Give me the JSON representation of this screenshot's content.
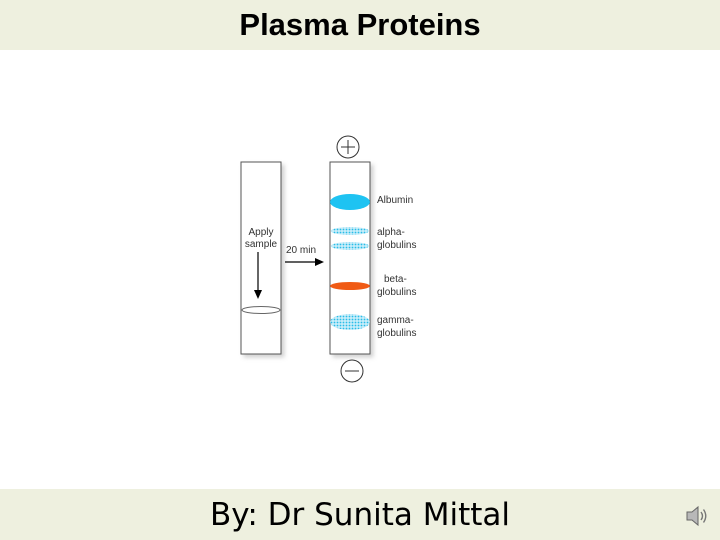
{
  "slide": {
    "title": "Plasma Proteins",
    "footer": "By: Dr Sunita Mittal"
  },
  "diagram": {
    "apply_line1": "Apply",
    "apply_line2": "sample",
    "time_label": "20 min",
    "bands": [
      {
        "line1": "Albumin",
        "line2": "",
        "color": "#1ec3f2"
      },
      {
        "line1": "alpha-",
        "line2": "globulins",
        "color": "#6fd4f0"
      },
      {
        "line1": "beta-",
        "line2": "globulins",
        "color": "#f05a14"
      },
      {
        "line1": "gamma-",
        "line2": "globulins",
        "color": "#5fd0ee"
      }
    ],
    "anode_icon": "plus-circle-icon",
    "cathode_icon": "minus-circle-icon"
  },
  "icons": {
    "sound": "speaker-icon"
  }
}
